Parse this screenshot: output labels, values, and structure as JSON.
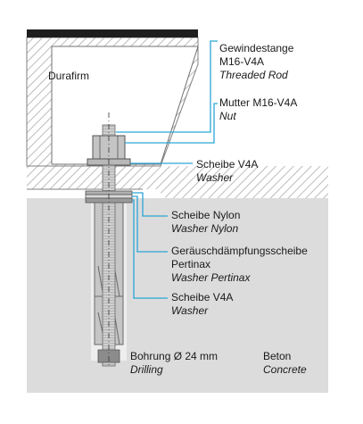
{
  "labels": {
    "durafirm": "Durafirm",
    "threaded_rod": {
      "de_line1": "Gewindestange",
      "de_line2": "M16-V4A",
      "en": "Threaded Rod"
    },
    "nut": {
      "de": "Mutter M16-V4A",
      "en": "Nut"
    },
    "washer_top": {
      "de": "Scheibe V4A",
      "en": "Washer"
    },
    "washer_nylon": {
      "de": "Scheibe Nylon",
      "en": "Washer Nylon"
    },
    "damping_washer": {
      "de_line1": "Geräuschdämpfungsscheibe",
      "de_line2": "Pertinax",
      "en": "Washer Pertinax"
    },
    "washer_bottom": {
      "de": "Scheibe V4A",
      "en": "Washer"
    },
    "drilling": {
      "de": "Bohrung Ø 24 mm",
      "en": "Drilling"
    },
    "concrete": {
      "de": "Beton",
      "en": "Concrete"
    }
  },
  "colors": {
    "leader": "#2aa6d6",
    "concrete": "#dcdcdc",
    "hatch": "#a8a8a8",
    "outline": "#707070",
    "steel": "#c4c4c4",
    "topbar": "#1e1e1e"
  }
}
